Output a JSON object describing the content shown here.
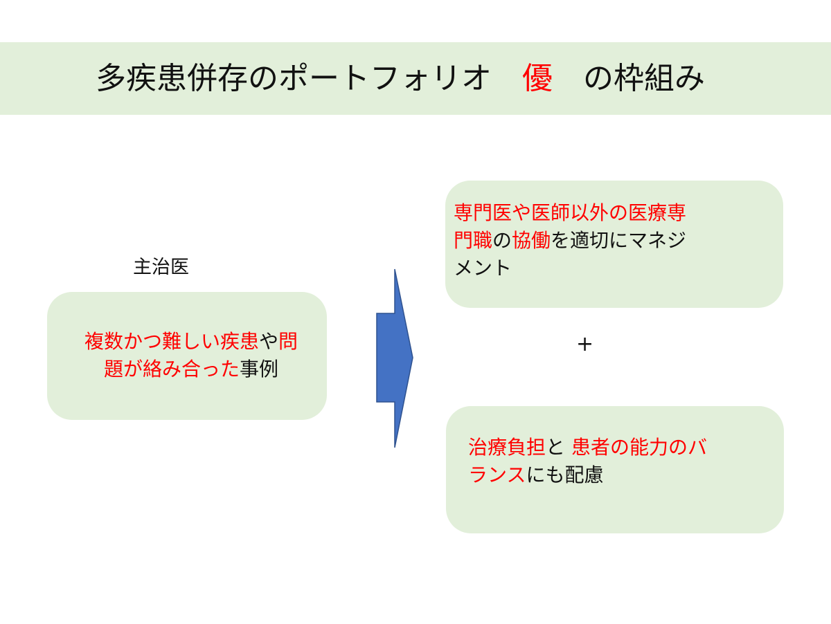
{
  "title": {
    "part1": "多疾患併存のポートフォリオ",
    "highlight": "優",
    "part2": "の枠組み"
  },
  "left": {
    "label": "主治医",
    "box_line1_red": "複数かつ難しい疾患",
    "box_line1_black": "や",
    "box_line1_red2": "問",
    "box_line2_red": "題が絡み合った",
    "box_line2_black": "事例"
  },
  "right_top": {
    "line1_red": "専門医や医師以外の医療専",
    "line2_red": "門職",
    "line2_black1": "の",
    "line2_red2": "協働",
    "line2_black2": "を適切にマネジ",
    "line3_black": "メント"
  },
  "plus": "+",
  "right_bottom": {
    "line1_red": "治療負担",
    "line1_black": "と",
    "line1_red2": "患者の能力のバ",
    "line2_red": "ランス",
    "line2_black": "にも配慮"
  },
  "colors": {
    "box_fill": "#e2efda",
    "accent_red": "#ff0000",
    "arrow_fill": "#4472c4",
    "arrow_stroke": "#2f528f"
  }
}
